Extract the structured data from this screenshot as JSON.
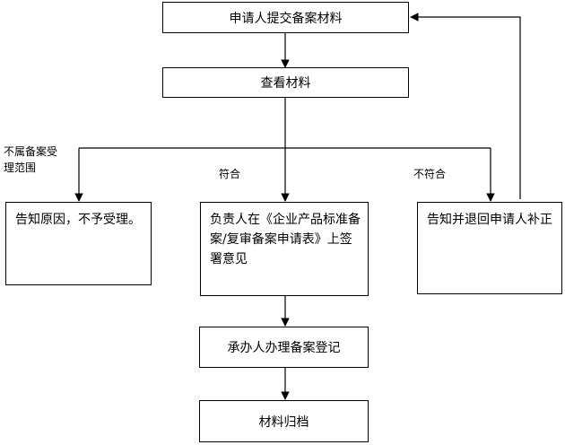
{
  "nodes": {
    "submit": "申请人提交备案材料",
    "review": "查看材料",
    "reject": "告知原因，不予受理。",
    "sign": "负责人在《企业产品标准备案/复审备案申请表》上签署意见",
    "return": "告知并退回申请人补正",
    "register": "承办人办理备案登记",
    "archive": "材料归档"
  },
  "edges": {
    "out_of_scope": "不属备案受理范围",
    "qualified": "符合",
    "not_qualified": "不符合"
  }
}
